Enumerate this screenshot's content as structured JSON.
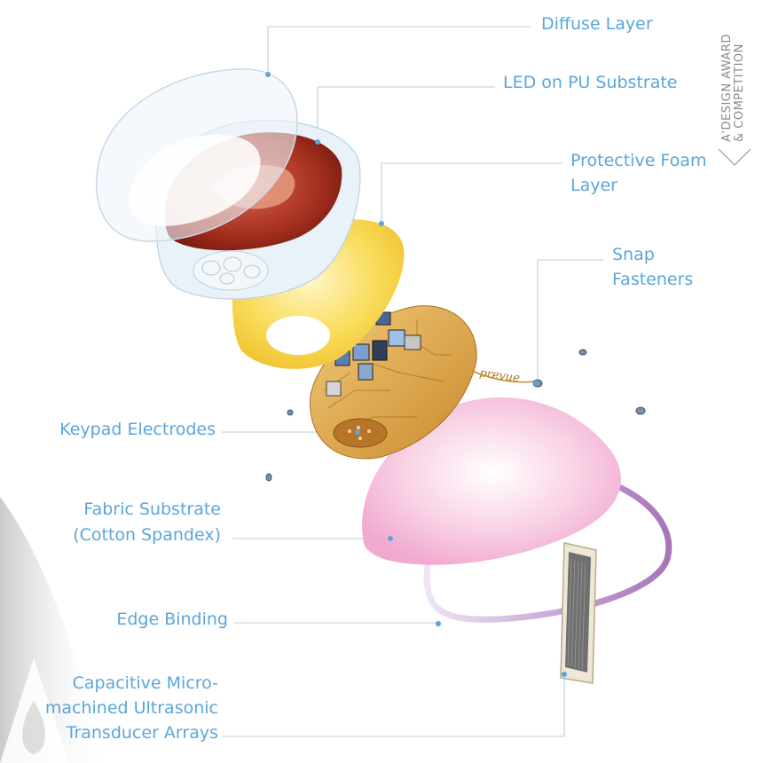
{
  "labels": {
    "diffuse_layer": "Diffuse Layer",
    "led_substrate": "LED on PU Substrate",
    "protective_foam_1": "Protective Foam",
    "protective_foam_2": "Layer",
    "snap_1": "Snap",
    "snap_2": "Fasteners",
    "keypad": "Keypad Electrodes",
    "fabric_1": "Fabric Substrate",
    "fabric_2": "(Cotton Spandex)",
    "edge_binding": "Edge Binding",
    "cmut_1": "Capacitive Micro-",
    "cmut_2": "machined Ultrasonic",
    "cmut_3": "Transducer Arrays"
  },
  "brand_text": "prevue",
  "watermark": {
    "line1": "A'DESIGN AWARD",
    "line2": "& COMPETITION"
  },
  "colors": {
    "label": "#5aa6dc",
    "leader": "#c9d6e0",
    "foam": "#f6d84a",
    "fabric": "#f4bedd",
    "binding": "#b98bc4",
    "circuit": "#d9a24a"
  }
}
